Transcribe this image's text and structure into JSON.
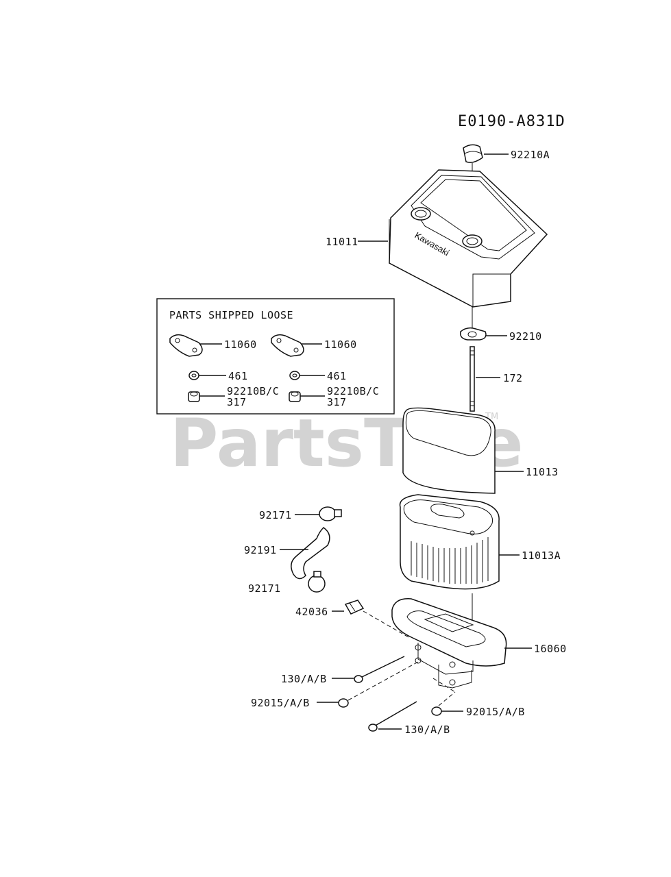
{
  "diagram_code": "E0190-A831D",
  "watermark": {
    "text": "PartsTree",
    "trademark": "TM"
  },
  "loose_parts_box": {
    "title": "PARTS SHIPPED LOOSE"
  },
  "labels": {
    "p92210A": "92210A",
    "p11011": "11011",
    "p92210": "92210",
    "p172": "172",
    "p11013": "11013",
    "p11013A": "11013A",
    "p16060": "16060",
    "p92171_top": "92171",
    "p92191": "92191",
    "p92171_bottom": "92171",
    "p42036": "42036",
    "p130_left": "130/A/B",
    "p92015_left": "92015/A/B",
    "p92015_right": "92015/A/B",
    "p130_bottom": "130/A/B",
    "loose_11060_a": "11060",
    "loose_461_a": "461",
    "loose_92210BC_a": "92210B/C",
    "loose_317_a": "317",
    "loose_11060_b": "11060",
    "loose_461_b": "461",
    "loose_92210BC_b": "92210B/C",
    "loose_317_b": "317"
  },
  "cover_brand_text": "Kawasaki"
}
